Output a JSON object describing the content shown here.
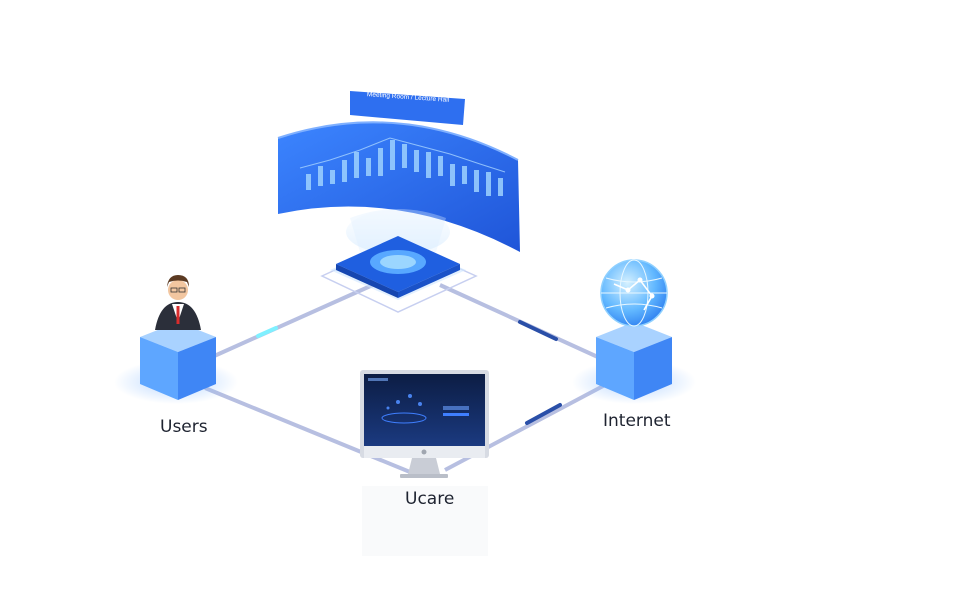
{
  "diagram": {
    "banner_text": "Meeting Room / Lecture Hall",
    "nodes": {
      "users": "Users",
      "internet": "Internet",
      "ucare": "Ucare"
    }
  },
  "colors": {
    "connector": "#b7bfe1",
    "accent_blue": "#2f72f2",
    "screen_blue": "#2d6ff0",
    "cube_top": "#a9d2ff",
    "cube_left": "#5ea6ff",
    "cube_right": "#3f86f5"
  },
  "icons": [
    "person-icon",
    "globe-icon",
    "computer-icon",
    "display-screen-icon"
  ]
}
